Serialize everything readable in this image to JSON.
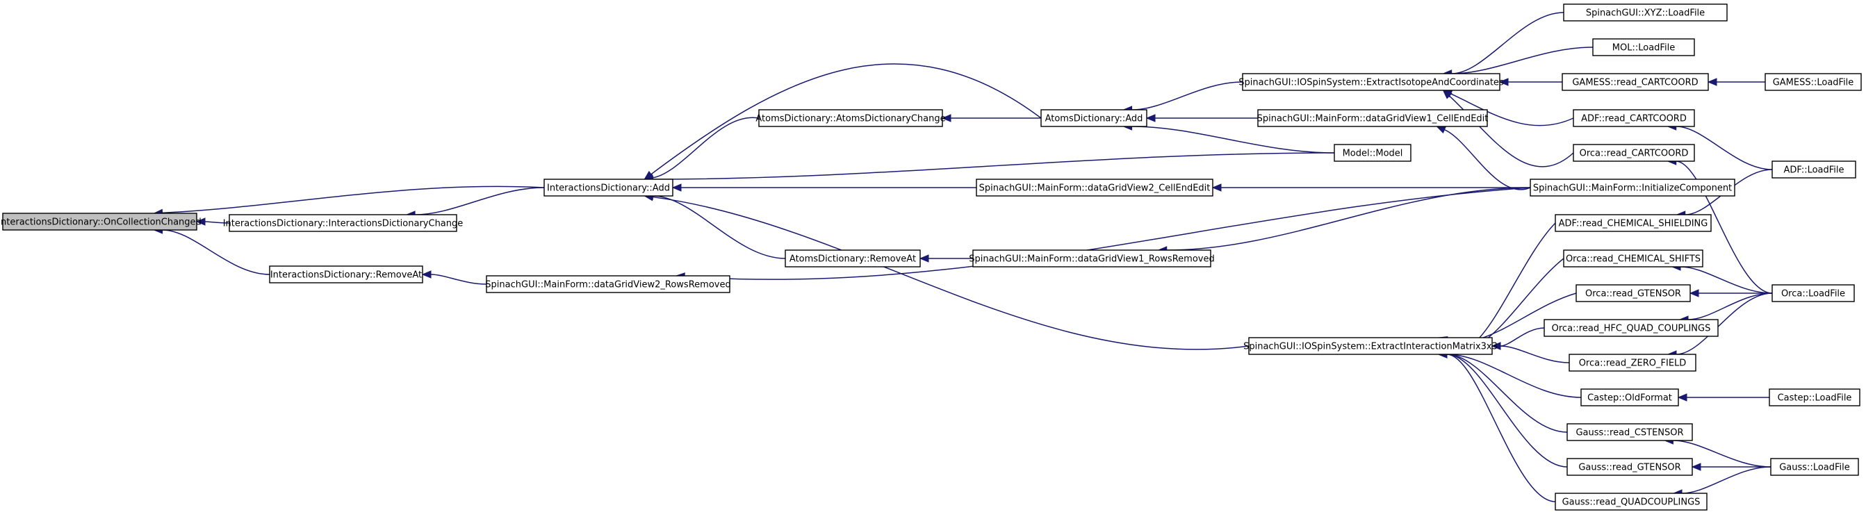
{
  "graph": {
    "colors": {
      "edge": "#191970",
      "node_border": "#000000",
      "root_fill": "#bfbfbf",
      "node_fill": "#ffffff"
    },
    "nodes": [
      {
        "id": "n0",
        "label": "InteractionsDictionary::OnCollectionChanged",
        "root": true
      },
      {
        "id": "n1",
        "label": "InteractionsDictionary::Add"
      },
      {
        "id": "n2",
        "label": "InteractionsDictionary::InteractionsDictionaryChange"
      },
      {
        "id": "n3",
        "label": "InteractionsDictionary::RemoveAt"
      },
      {
        "id": "n4",
        "label": "AtomsDictionary::AtomsDictionaryChange"
      },
      {
        "id": "n5",
        "label": "AtomsDictionary::RemoveAt"
      },
      {
        "id": "n6",
        "label": "SpinachGUI::MainForm::dataGridView2_RowsRemoved"
      },
      {
        "id": "n7",
        "label": "AtomsDictionary::Add"
      },
      {
        "id": "n8",
        "label": "SpinachGUI::MainForm::dataGridView2_CellEndEdit"
      },
      {
        "id": "n9",
        "label": "SpinachGUI::MainForm::dataGridView1_RowsRemoved"
      },
      {
        "id": "n10",
        "label": "SpinachGUI::IOSpinSystem::ExtractIsotopeAndCoordinates"
      },
      {
        "id": "n11",
        "label": "SpinachGUI::MainForm::dataGridView1_CellEndEdit"
      },
      {
        "id": "n12",
        "label": "Model::Model"
      },
      {
        "id": "n13",
        "label": "SpinachGUI::IOSpinSystem::ExtractInteractionMatrix3x3"
      },
      {
        "id": "n14",
        "label": "SpinachGUI::XYZ::LoadFile"
      },
      {
        "id": "n15",
        "label": "MOL::LoadFile"
      },
      {
        "id": "n16",
        "label": "GAMESS::read_CARTCOORD"
      },
      {
        "id": "n17",
        "label": "ADF::read_CARTCOORD"
      },
      {
        "id": "n18",
        "label": "Orca::read_CARTCOORD"
      },
      {
        "id": "n19",
        "label": "SpinachGUI::MainForm::InitializeComponent"
      },
      {
        "id": "n20",
        "label": "ADF::read_CHEMICAL_SHIELDING"
      },
      {
        "id": "n21",
        "label": "Orca::read_CHEMICAL_SHIFTS"
      },
      {
        "id": "n22",
        "label": "Orca::read_GTENSOR"
      },
      {
        "id": "n23",
        "label": "Orca::read_HFC_QUAD_COUPLINGS"
      },
      {
        "id": "n24",
        "label": "Orca::read_ZERO_FIELD"
      },
      {
        "id": "n25",
        "label": "Castep::OldFormat"
      },
      {
        "id": "n26",
        "label": "Gauss::read_CSTENSOR"
      },
      {
        "id": "n27",
        "label": "Gauss::read_GTENSOR"
      },
      {
        "id": "n28",
        "label": "Gauss::read_QUADCOUPLINGS"
      },
      {
        "id": "n29",
        "label": "GAMESS::LoadFile"
      },
      {
        "id": "n30",
        "label": "ADF::LoadFile"
      },
      {
        "id": "n31",
        "label": "Orca::LoadFile"
      },
      {
        "id": "n32",
        "label": "Castep::LoadFile"
      },
      {
        "id": "n33",
        "label": "Gauss::LoadFile"
      }
    ],
    "edges": [
      [
        "n1",
        "n0"
      ],
      [
        "n2",
        "n0"
      ],
      [
        "n3",
        "n0"
      ],
      [
        "n1",
        "n2"
      ],
      [
        "n6",
        "n3"
      ],
      [
        "n4",
        "n1"
      ],
      [
        "n7",
        "n1"
      ],
      [
        "n8",
        "n1"
      ],
      [
        "n5",
        "n1"
      ],
      [
        "n12",
        "n1"
      ],
      [
        "n13",
        "n1"
      ],
      [
        "n7",
        "n4"
      ],
      [
        "n9",
        "n5"
      ],
      [
        "n19",
        "n6"
      ],
      [
        "n10",
        "n7"
      ],
      [
        "n11",
        "n7"
      ],
      [
        "n12",
        "n7"
      ],
      [
        "n19",
        "n8"
      ],
      [
        "n19",
        "n9"
      ],
      [
        "n14",
        "n10"
      ],
      [
        "n15",
        "n10"
      ],
      [
        "n16",
        "n10"
      ],
      [
        "n17",
        "n10"
      ],
      [
        "n18",
        "n10"
      ],
      [
        "n19",
        "n11"
      ],
      [
        "n20",
        "n13"
      ],
      [
        "n21",
        "n13"
      ],
      [
        "n22",
        "n13"
      ],
      [
        "n23",
        "n13"
      ],
      [
        "n24",
        "n13"
      ],
      [
        "n25",
        "n13"
      ],
      [
        "n26",
        "n13"
      ],
      [
        "n27",
        "n13"
      ],
      [
        "n28",
        "n13"
      ],
      [
        "n29",
        "n16"
      ],
      [
        "n30",
        "n17"
      ],
      [
        "n31",
        "n18"
      ],
      [
        "n30",
        "n20"
      ],
      [
        "n31",
        "n21"
      ],
      [
        "n31",
        "n22"
      ],
      [
        "n31",
        "n23"
      ],
      [
        "n31",
        "n24"
      ],
      [
        "n32",
        "n25"
      ],
      [
        "n33",
        "n26"
      ],
      [
        "n33",
        "n27"
      ],
      [
        "n33",
        "n28"
      ]
    ]
  }
}
